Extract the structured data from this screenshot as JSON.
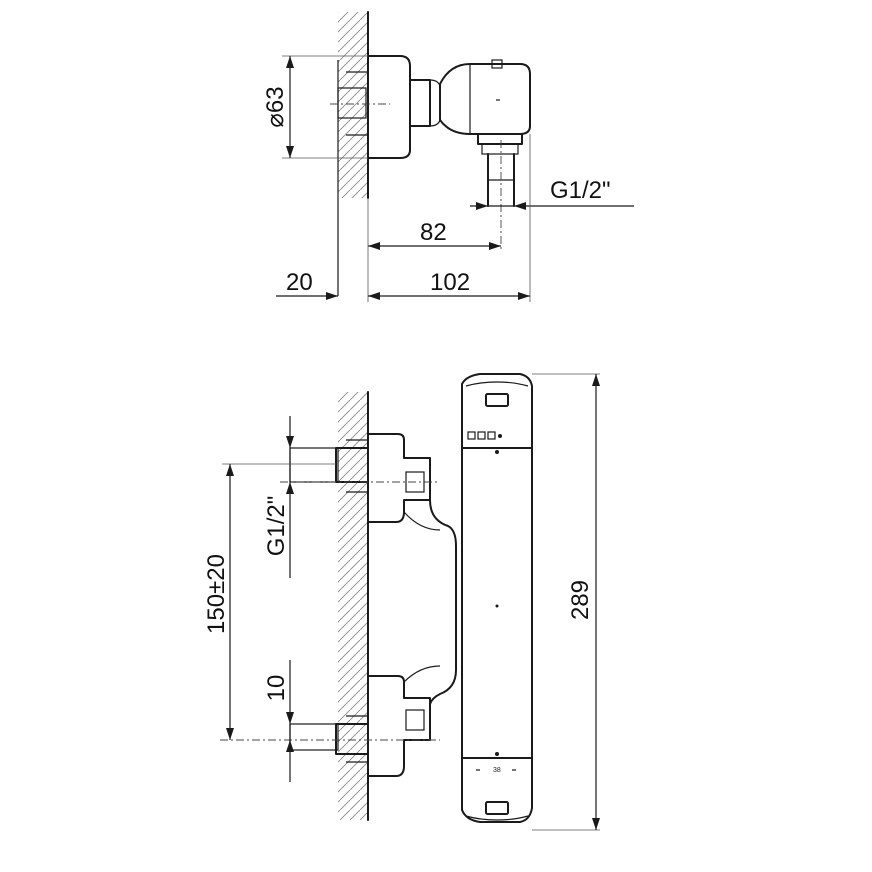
{
  "top_view": {
    "dim_diameter": "63",
    "dim_inlet_thread": "G1/2\"",
    "dim_outlet_offset": "82",
    "dim_wall_offset": "20",
    "dim_total_depth": "102"
  },
  "front_view": {
    "dim_inlet_thread": "G1/2\"",
    "dim_centers": "150±20",
    "dim_small": "10",
    "dim_height": "289",
    "dial_marking": "38"
  }
}
